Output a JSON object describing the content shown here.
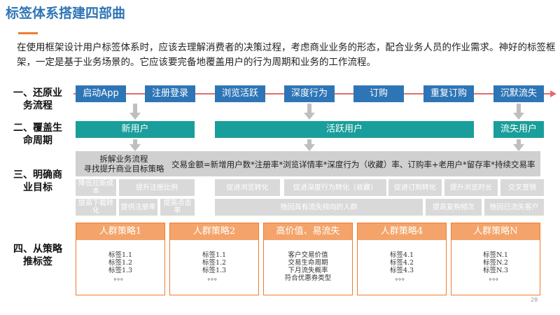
{
  "title": "标签体系搭建四部曲",
  "intro": "在使用框架设计用户标签体系时，应该去理解消费者的决策过程，考虑商业业务的形态，配合业务人员的作业需求。神好的标签框架，一定是基于业务场景的。它应该要完备地覆盖用户的行为周期和业务的工作流程。",
  "sections": {
    "s1": "一、还原业务流程",
    "s2": "二、覆盖生命周期",
    "s3": "三、明确商业目标",
    "s4": "四、从策略推标签"
  },
  "flow": [
    "启动App",
    "注册登录",
    "浏览活跃",
    "深度行为",
    "订购",
    "重复订购",
    "沉默流失"
  ],
  "lifecycle": [
    "新用户",
    "活跃用户",
    "流失用户"
  ],
  "goal": {
    "left": "拆解业务流程\n寻找提升商业目标策略",
    "formula": "交易金额=新增用户数*注册率*浏览详情率*深度行为（收藏）率、订购率+老用户*留存率*持续交易率"
  },
  "tags_row1": [
    "降低拉新成本",
    "提升注册比例",
    "促进浏览转化",
    "促进深度行为转化（收藏）",
    "促进订购转化",
    "提升浏览时长",
    "交叉营销"
  ],
  "tags_row2": [
    "提高下载转化",
    "提供注册率",
    "提高点击率",
    "挽回具有流失倾向的人群",
    "提高复购频次",
    "挽回已流失客户"
  ],
  "cards": [
    {
      "title": "人群策略1",
      "lines": [
        "标签1.1",
        "标签1.2",
        "标签1.3",
        "。。。"
      ]
    },
    {
      "title": "人群策略2",
      "lines": [
        "标签1.1",
        "标签1.2",
        "标签1.3",
        "。。。"
      ]
    },
    {
      "title": "高价值、易流失",
      "lines": [
        "客户交易价值",
        "交易生命周期",
        "下月流失概率",
        "符合优惠券类型"
      ]
    },
    {
      "title": "人群策略4",
      "lines": [
        "标签4.1",
        "标签4.2",
        "标签4.3",
        "。。。"
      ]
    },
    {
      "title": "人群策略N",
      "lines": [
        "标签N.1",
        "标签N.2",
        "标签N.3",
        "。。。"
      ]
    }
  ],
  "page_number": "28",
  "colors": {
    "flow": "#2E75B6",
    "lifecycle": "#1A9E9B",
    "accent": "#ED7D31",
    "card_head": "#F4A46A",
    "tag": "#D9D9D9"
  }
}
